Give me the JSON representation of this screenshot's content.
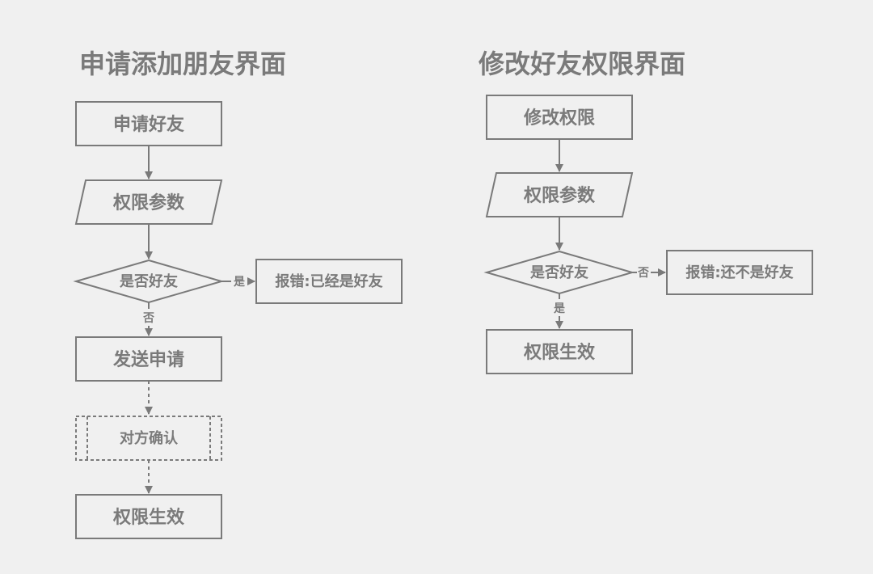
{
  "diagram": {
    "colors": {
      "stroke": "#7a7a7a",
      "text": "#7a7a7a",
      "background": "#f0f0f0"
    },
    "left": {
      "title": "申请添加朋友界面",
      "nodes": {
        "request": "申请好友",
        "params": "权限参数",
        "decision": "是否好友",
        "error": "报错:已经是好友",
        "send": "发送申请",
        "confirm": "对方确认",
        "effect": "权限生效"
      },
      "edges": {
        "yes": "是",
        "no": "否"
      }
    },
    "right": {
      "title": "修改好友权限界面",
      "nodes": {
        "modify": "修改权限",
        "params": "权限参数",
        "decision": "是否好友",
        "error": "报错:还不是好友",
        "effect": "权限生效"
      },
      "edges": {
        "yes": "是",
        "no": "否"
      }
    }
  }
}
